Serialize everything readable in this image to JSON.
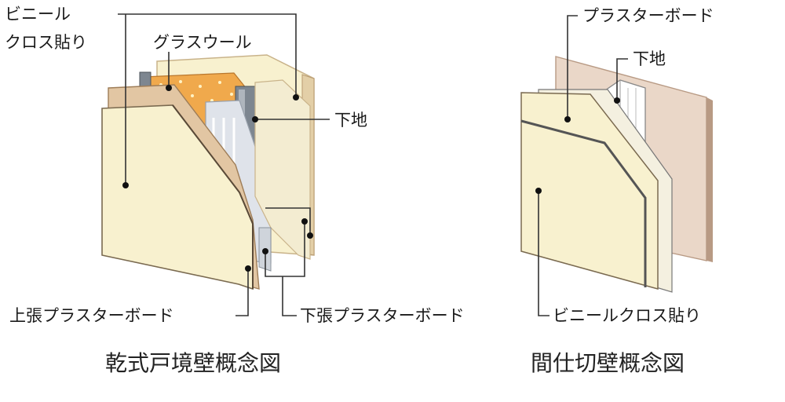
{
  "left_diagram": {
    "caption": "乾式戸境壁概念図",
    "labels": {
      "vinyl_cloth_line1": "ビニール",
      "vinyl_cloth_line2": "クロス貼り",
      "glass_wool": "グラスウール",
      "base": "下地",
      "upper_plasterboard": "上張プラスターボード",
      "lower_plasterboard": "下張プラスターボード"
    }
  },
  "right_diagram": {
    "caption": "間仕切壁概念図",
    "labels": {
      "plasterboard": "プラスターボード",
      "base": "下地",
      "vinyl_cloth": "ビニールクロス貼り"
    }
  },
  "colors": {
    "board_cream": "#f8f1cf",
    "board_edge": "#e3cfa7",
    "wood_brown": "#e2c6a3",
    "glass_wool": "#f0a94c",
    "stud_gray": "#7d8690",
    "stud_light": "#dfe3ea",
    "panel_pink": "#ead7c8",
    "panel_edge": "#b89a84"
  }
}
